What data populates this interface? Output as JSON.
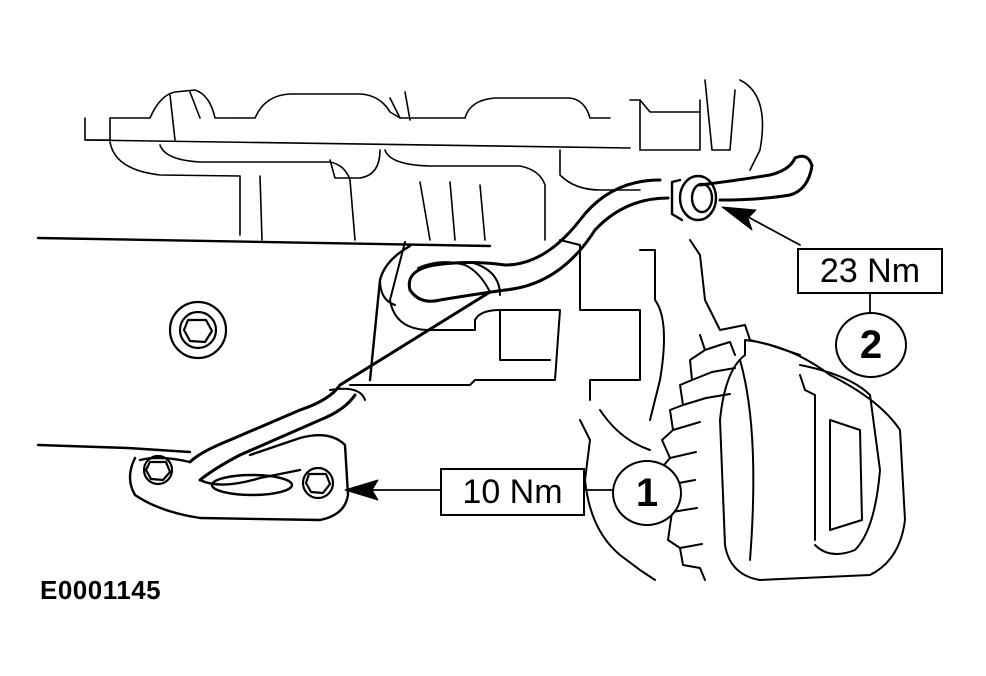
{
  "callouts": [
    {
      "number": "1",
      "torque": "10 Nm"
    },
    {
      "number": "2",
      "torque": "23 Nm"
    }
  ],
  "figure_id": "E0001145"
}
